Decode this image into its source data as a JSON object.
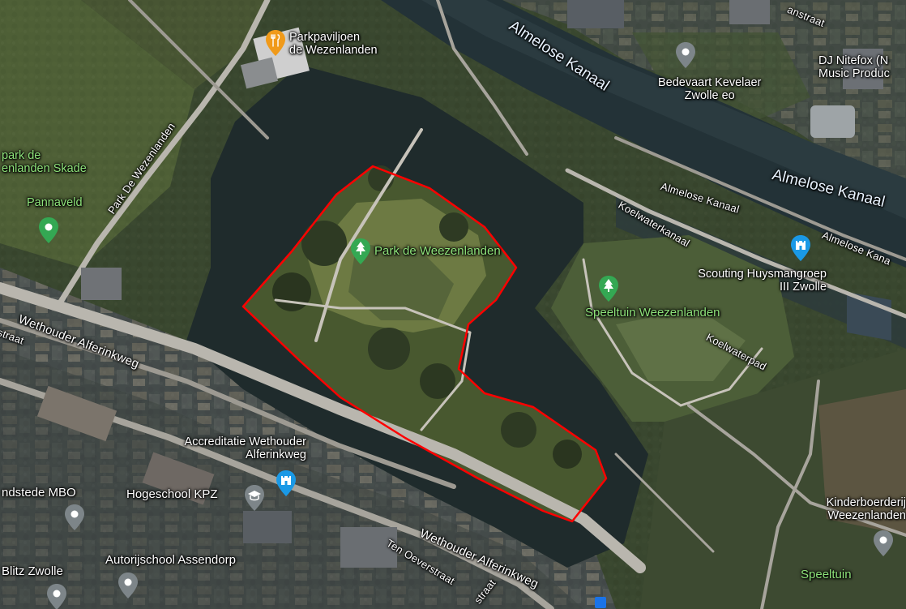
{
  "map": {
    "colors": {
      "outline": "#ff0000",
      "park_pin": "#34a853",
      "food_pin": "#f09a1a",
      "place_pin": "#7d8589",
      "school_pin": "#1a99e6",
      "label_green": "#8ee37a",
      "label_white": "#ffffff"
    },
    "places": {
      "parkpaviljoen": "Parkpaviljoen\nde Wezenlanden",
      "bedevaart": "Bedevaart Kevelaer\nZwolle eo",
      "dj": "DJ Nitefox (N\nMusic Produc",
      "park_skade": "park de\nenlanden Skade",
      "pannaveld": "Pannaveld",
      "park_weezenlanden": "Park de Weezenlanden",
      "scouting": "Scouting Huysmangroep\nIII Zwolle",
      "speeltuin_weezenlanden": "Speeltuin Weezenlanden",
      "accreditatie": "Accreditatie Wethouder\nAlferinkweg",
      "hogeschool": "Hogeschool KPZ",
      "mbo": "ndstede MBO",
      "kinderboerderij": "Kinderboerderij\nWeezenlanden",
      "speeltuin": "Speeltuin",
      "autorijschool": "Autorijschool Assendorp",
      "blitz": "Blitz Zwolle"
    },
    "roads": {
      "almelose_kanaal_1": "Almelose Kanaal",
      "almelose_kanaal_2": "Almelose Kanaal",
      "almelose_kanaal_road": "Almelose Kanaal",
      "almelose_kanaal_road2": "Almelose Kana",
      "koelwaterkanaal": "Koelwaterkanaal",
      "koelwaterpad": "Koelwaterpad",
      "park_de_wezenlanden_road": "Park De Wezenlanden",
      "wethouder_1": "Wethouder Alferinkweg",
      "wethouder_2": "Wethouder Alferinkweg",
      "straat": "straat",
      "straat_top": "anstraat",
      "ten_oeverstraat": "Ten Oeverstraat",
      "straat_bottom": "straat"
    },
    "icons": {
      "food": "restaurant-icon",
      "park": "tree-icon",
      "place": "place-icon",
      "school": "school-icon",
      "scouting": "castle-icon"
    }
  }
}
